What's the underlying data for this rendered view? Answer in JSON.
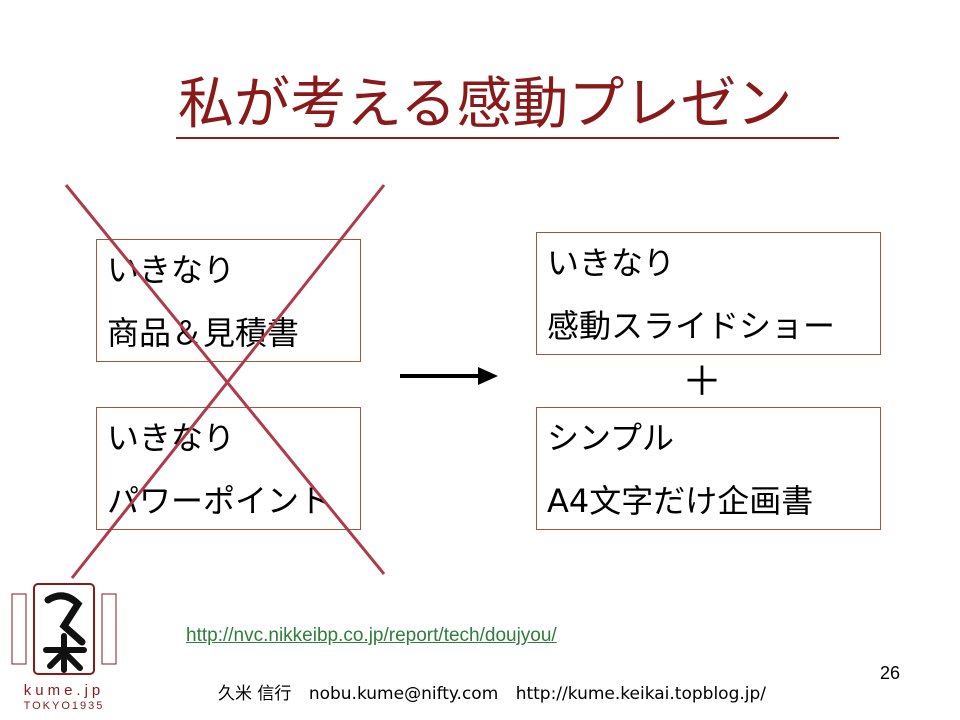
{
  "slide": {
    "title": "私が考える感動プレゼン",
    "left_boxes": [
      {
        "line1": "いきなり",
        "line2": "商品＆見積書"
      },
      {
        "line1": "いきなり",
        "line2": "パワーポイント"
      }
    ],
    "right_boxes": [
      {
        "line1": "いきなり",
        "line2": "感動スライドショー"
      },
      {
        "line1": "シンプル",
        "line2": "A4文字だけ企画書"
      }
    ],
    "plus_sign": "＋",
    "url": "http://nvc.nikkeibp.co.jp/report/tech/doujyou/",
    "page_number": "26",
    "footer": {
      "author": "久米 信行",
      "email": "nobu.kume@nifty.com",
      "blog": "http://kume.keikai.topblog.jp/"
    },
    "logo": {
      "domain": "kume.jp",
      "tagline": "TOKYO1935"
    },
    "colors": {
      "title": "#8a1a1a",
      "cross": "#b03a48",
      "box_border": "#9a5a3a",
      "link": "#2e7d3a"
    }
  }
}
